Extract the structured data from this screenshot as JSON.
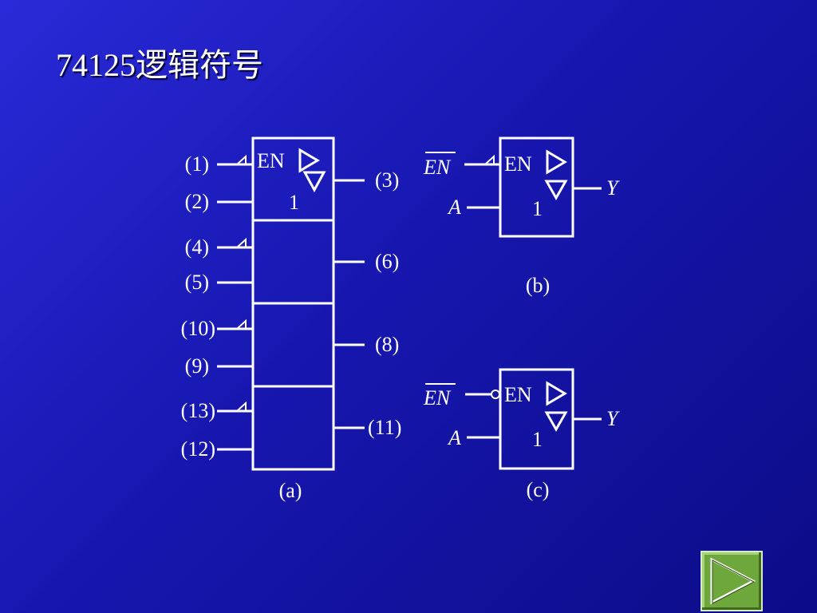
{
  "slide": {
    "title": "74125逻辑符号"
  },
  "diagram_a": {
    "caption": "(a)",
    "en_label": "EN",
    "func_label": "1",
    "input_pins": [
      "(1)",
      "(2)",
      "(4)",
      "(5)",
      "(10)",
      "(9)",
      "(13)",
      "(12)"
    ],
    "output_pins": [
      "(3)",
      "(6)",
      "(8)",
      "(11)"
    ]
  },
  "diagram_b": {
    "caption": "(b)",
    "en_input": "EN",
    "data_input": "A",
    "output": "Y",
    "en_label": "EN",
    "func_label": "1"
  },
  "diagram_c": {
    "caption": "(c)",
    "en_input": "EN",
    "data_input": "A",
    "output": "Y",
    "en_label": "EN",
    "func_label": "1"
  },
  "nav": {
    "next_icon": "play-triangle-icon",
    "button_color": "#6ea83c"
  }
}
